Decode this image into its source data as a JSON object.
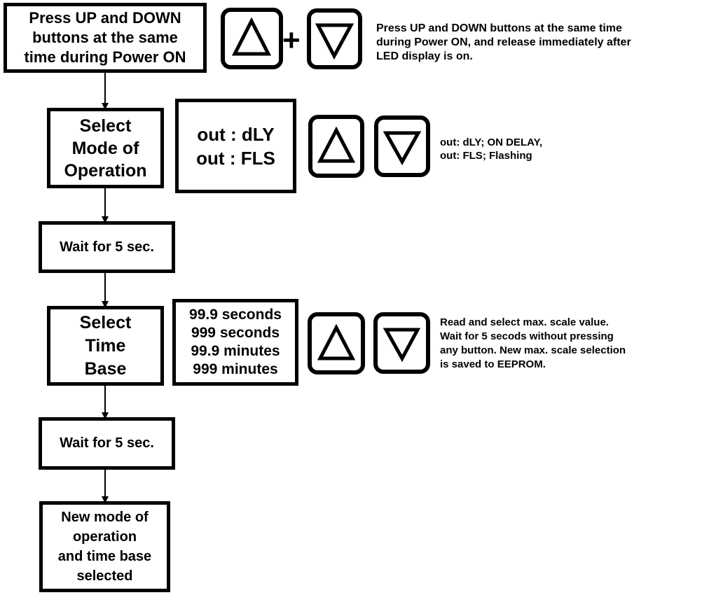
{
  "steps": {
    "power_on": [
      "Press UP and DOWN",
      "buttons at the same",
      "time during Power ON"
    ],
    "select_mode": [
      "Select",
      "Mode of",
      "Operation"
    ],
    "wait_1": "Wait for 5 sec.",
    "select_time_base": [
      "Select",
      "Time",
      "Base"
    ],
    "wait_2": "Wait for 5 sec.",
    "done": [
      "New mode of",
      "operation",
      "and time base",
      "selected"
    ]
  },
  "displays": {
    "mode_options": [
      "out : dLY",
      "out : FLS"
    ],
    "time_base_options": [
      "99.9 seconds",
      "999 seconds",
      "99.9 minutes",
      "999 minutes"
    ]
  },
  "combine_symbol": "+",
  "notes": {
    "power_on": [
      "Press UP and DOWN buttons at the same time",
      "during Power ON, and release immediately after",
      "LED display is on."
    ],
    "mode": [
      "out: dLY; ON DELAY,",
      "out: FLS; Flashing"
    ],
    "time_base": [
      "Read and select max. scale value.",
      "Wait for 5 secods without pressing",
      "any button. New max. scale selection",
      "is saved to EEPROM."
    ]
  },
  "icons": {
    "up": "up-triangle-icon",
    "down": "down-triangle-icon"
  }
}
